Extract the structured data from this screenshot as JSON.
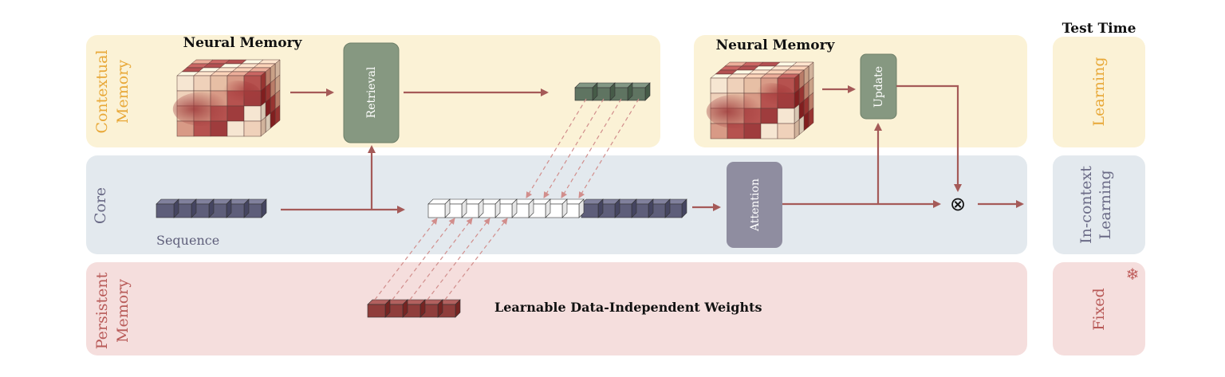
{
  "test_time_title": "Test Time",
  "bands": {
    "contextual": {
      "label_line1": "Contextual",
      "label_line2": "Memory",
      "color": "#fbf2d6",
      "text_color": "#e8a838"
    },
    "core": {
      "label": "Core",
      "color": "#e3e9ee",
      "text_color": "#6a6a86"
    },
    "persistent": {
      "label_line1": "Persistent",
      "label_line2": "Memory",
      "color": "#f5dedd",
      "text_color": "#b85a58"
    }
  },
  "left_memory": {
    "title": "Neural Memory"
  },
  "right_memory": {
    "title": "Neural Memory"
  },
  "retrieval": {
    "label": "Retrieval",
    "color": "#869881"
  },
  "update": {
    "label": "Update",
    "color": "#869881"
  },
  "attention": {
    "label": "Attention",
    "color": "#8f8da0"
  },
  "sequence": {
    "label": "Sequence",
    "color": "#5e5e7a"
  },
  "persistent_weights": {
    "label": "Learnable Data-Independent Weights",
    "color": "#8f3d3b"
  },
  "retrieved_tokens": {
    "color": "#5f7461"
  },
  "combine_symbol": "⊗",
  "side": {
    "learning": "Learning",
    "in_context_line1": "In-context",
    "in_context_line2": "Learning",
    "fixed": "Fixed",
    "snowflake_icon": "❄"
  },
  "arrow_color": "#a55a58"
}
